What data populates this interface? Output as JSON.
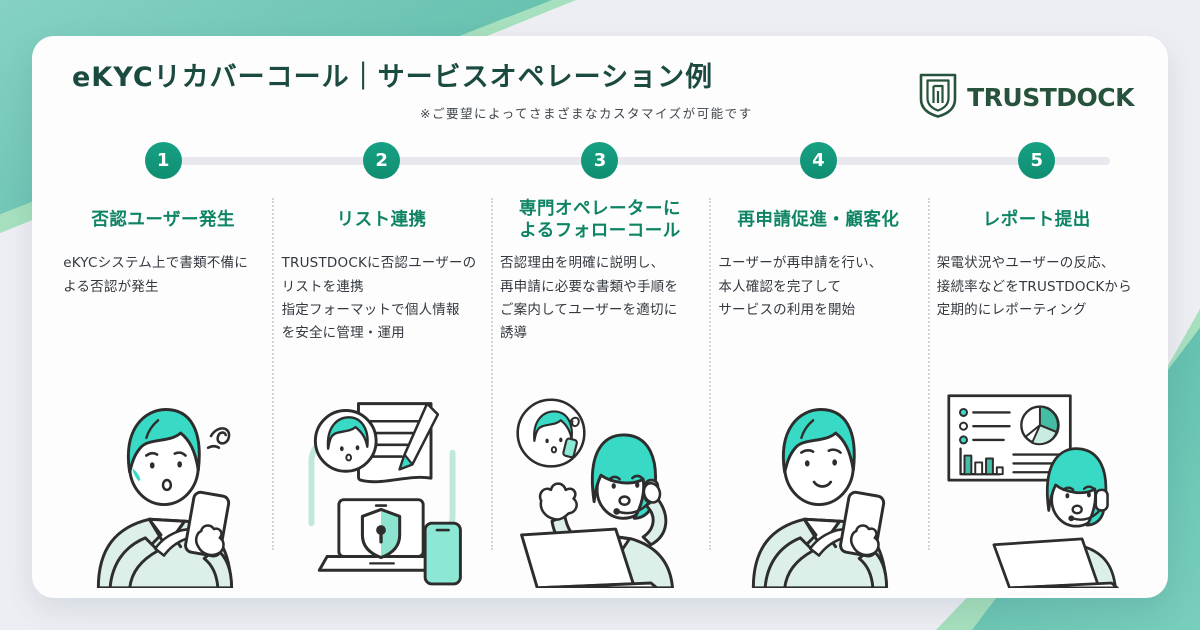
{
  "page": {
    "title": "eKYCリカバーコール｜サービスオペレーション例",
    "subtitle": "※ご要望によってさまざまなカスタマイズが可能です"
  },
  "logo": {
    "text": "TRUSTDOCK"
  },
  "colors": {
    "accent_teal": "#12947B",
    "title_green": "#1B4A40",
    "logo_green": "#27523B",
    "step_title_green": "#0E8465",
    "track_gray": "#EAE8EF",
    "bg_teal_dark": "#2E9A89",
    "bg_teal_light": "#85D2C2",
    "bg_mint_sliver": "#A6E0BE",
    "page_bg": "#EDEEF3",
    "illustration_hair": "#39DAC5",
    "illustration_jacket": "#DCEFE8"
  },
  "steps": [
    {
      "number": "1",
      "title": "否認ユーザー発生",
      "description": "eKYCシステム上で書類不備に\nよる否認が発生",
      "illustration": "worried-user-with-phone"
    },
    {
      "number": "2",
      "title": "リスト連携",
      "description": "TRUSTDOCKに否認ユーザーの\nリストを連携\n指定フォーマットで個人情報\nを安全に管理・運用",
      "illustration": "list-sync-secure"
    },
    {
      "number": "3",
      "title": "専門オペレーターに\nよるフォローコール",
      "description": "否認理由を明確に説明し、\n再申請に必要な書類や手順を\nご案内してユーザーを適切に\n誘導",
      "illustration": "operator-follow-call"
    },
    {
      "number": "4",
      "title": "再申請促進・顧客化",
      "description": "ユーザーが再申請を行い、\n本人確認を完了して\nサービスの利用を開始",
      "illustration": "happy-user-with-phone"
    },
    {
      "number": "5",
      "title": "レポート提出",
      "description": "架電状況やユーザーの反応、\n接続率などをTRUSTDOCKから\n定期的にレポーティング",
      "illustration": "report-dashboard"
    }
  ]
}
